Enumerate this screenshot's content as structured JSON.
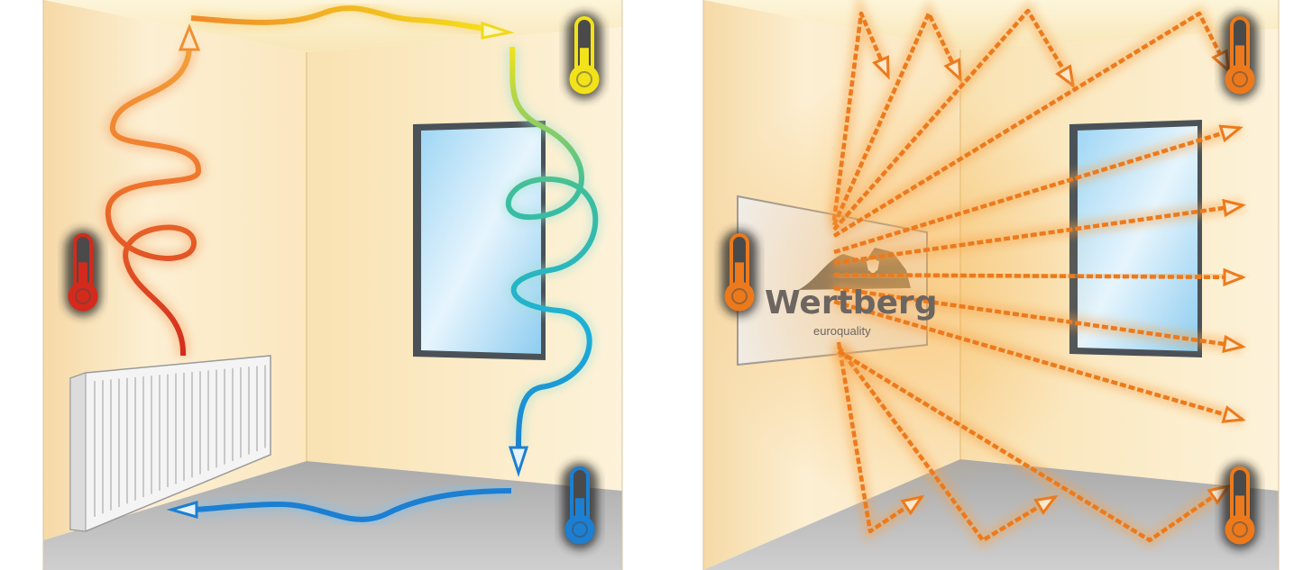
{
  "panels": [
    {
      "id": "convection",
      "heat_source": "radiator"
    },
    {
      "id": "infrared",
      "heat_source": "infrared-panel"
    }
  ],
  "logo": {
    "brand": "Wertberg",
    "tagline": "euroquality"
  },
  "colors": {
    "hot": "#d42a1c",
    "warm": "#f0882a",
    "ceiling": "#f2e21a",
    "cold": "#1c7fd2",
    "infrared": "#ec7a1c",
    "wall": "#fbe9c4",
    "floor": "#b5b5b5"
  },
  "thermometers": [
    {
      "panel": "convection",
      "position": "left-wall",
      "level": 0.6,
      "color": "#d42a1c"
    },
    {
      "panel": "convection",
      "position": "top-right",
      "level": 0.55,
      "color": "#f2e21a"
    },
    {
      "panel": "convection",
      "position": "bottom-right",
      "level": 0.55,
      "color": "#1c7fd2"
    },
    {
      "panel": "infrared",
      "position": "left-wall",
      "level": 0.6,
      "color": "#ec7a1c"
    },
    {
      "panel": "infrared",
      "position": "top-right",
      "level": 0.6,
      "color": "#ec7a1c"
    },
    {
      "panel": "infrared",
      "position": "bottom-right",
      "level": 0.6,
      "color": "#ec7a1c"
    }
  ]
}
